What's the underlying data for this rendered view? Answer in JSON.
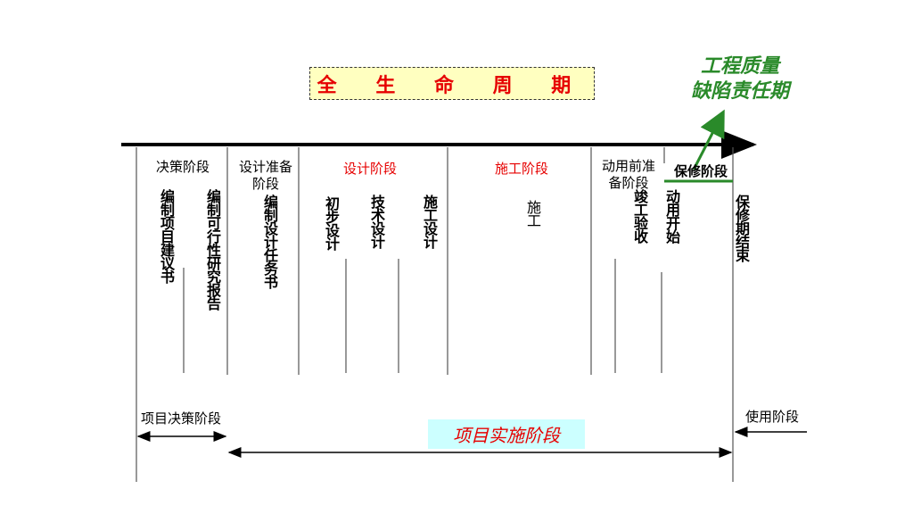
{
  "title": "全 生 命 周 期",
  "warranty_period": [
    "工程质量",
    "缺陷责任期"
  ],
  "stages": {
    "decision": "决策阶段",
    "design_prep": [
      "设计准备",
      "阶段"
    ],
    "design": "设计阶段",
    "construction": "施工阶段",
    "pre_use": [
      "动用前准",
      "备阶段"
    ],
    "warranty": "保修阶段"
  },
  "activities": {
    "proposal": "编制项目建议书",
    "feasibility": "编制可行性研究报告",
    "design_brief": "编制设计任务书",
    "preliminary_design": "初步设计",
    "technical_design": "技术设计",
    "construction_drawing": "施工设计",
    "construction": "施工",
    "completion_acceptance": "竣工验收",
    "start_use": "动用开始",
    "warranty_end": "保修期结束"
  },
  "phases": {
    "decision": "项目决策阶段",
    "implementation": "项目实施阶段",
    "use": "使用阶段"
  },
  "colors": {
    "title_fill": "#ffffc0",
    "title_text": "#e60000",
    "warranty_green": "#2a8a2a",
    "impl_fill": "#ccffff",
    "red": "#e60000"
  }
}
